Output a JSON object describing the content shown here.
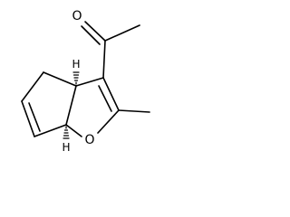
{
  "molecule": {
    "atoms": {
      "carbonyl_oxygen": "O",
      "ring_oxygen": "O",
      "stereo_h_top": "H",
      "stereo_h_bottom": "H"
    }
  },
  "colors": {
    "bond": "#000000",
    "background": "#ffffff"
  }
}
